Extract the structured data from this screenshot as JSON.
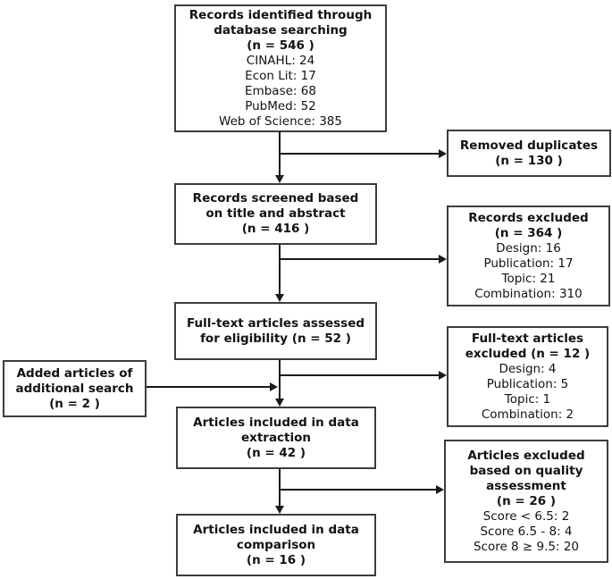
{
  "boxes": {
    "identified": {
      "title": [
        "Records identified through",
        "database searching",
        "(n = 546 )"
      ],
      "details": [
        "CINAHL: 24",
        "Econ Lit: 17",
        "Embase: 68",
        "PubMed: 52",
        "Web of Science: 385"
      ]
    },
    "duplicates": {
      "title": [
        "Removed duplicates",
        "(n = 130 )"
      ]
    },
    "screened": {
      "title": [
        "Records screened based",
        "on title and abstract",
        "(n = 416 )"
      ]
    },
    "records_excluded": {
      "title": [
        "Records excluded",
        "(n = 364 )"
      ],
      "details": [
        "Design: 16",
        "Publication: 17",
        "Topic: 21",
        "Combination: 310"
      ]
    },
    "fulltext_assessed": {
      "title": [
        "Full-text articles assessed",
        "for eligibility (n = 52 )"
      ]
    },
    "fulltext_excluded": {
      "title": [
        "Full-text articles",
        "excluded (n = 12 )"
      ],
      "details": [
        "Design: 4",
        "Publication: 5",
        "Topic: 1",
        "Combination: 2"
      ]
    },
    "added_articles": {
      "title": [
        "Added articles of",
        "additional search",
        "(n = 2 )"
      ]
    },
    "extraction": {
      "title": [
        "Articles included in data",
        "extraction",
        "(n = 42 )"
      ]
    },
    "quality_excluded": {
      "title": [
        "Articles excluded",
        "based on quality",
        "assessment",
        "(n = 26 )"
      ],
      "details": [
        "Score < 6.5: 2",
        "Score 6.5 - 8: 4",
        "Score 8 ≥ 9.5: 20"
      ]
    },
    "comparison": {
      "title": [
        "Articles included in data",
        "comparison",
        "(n = 16 )"
      ]
    }
  },
  "colors": {
    "box_border": "#3d3d3d",
    "line": "#1a1a1a",
    "background": "#ffffff",
    "text": "#121212"
  }
}
